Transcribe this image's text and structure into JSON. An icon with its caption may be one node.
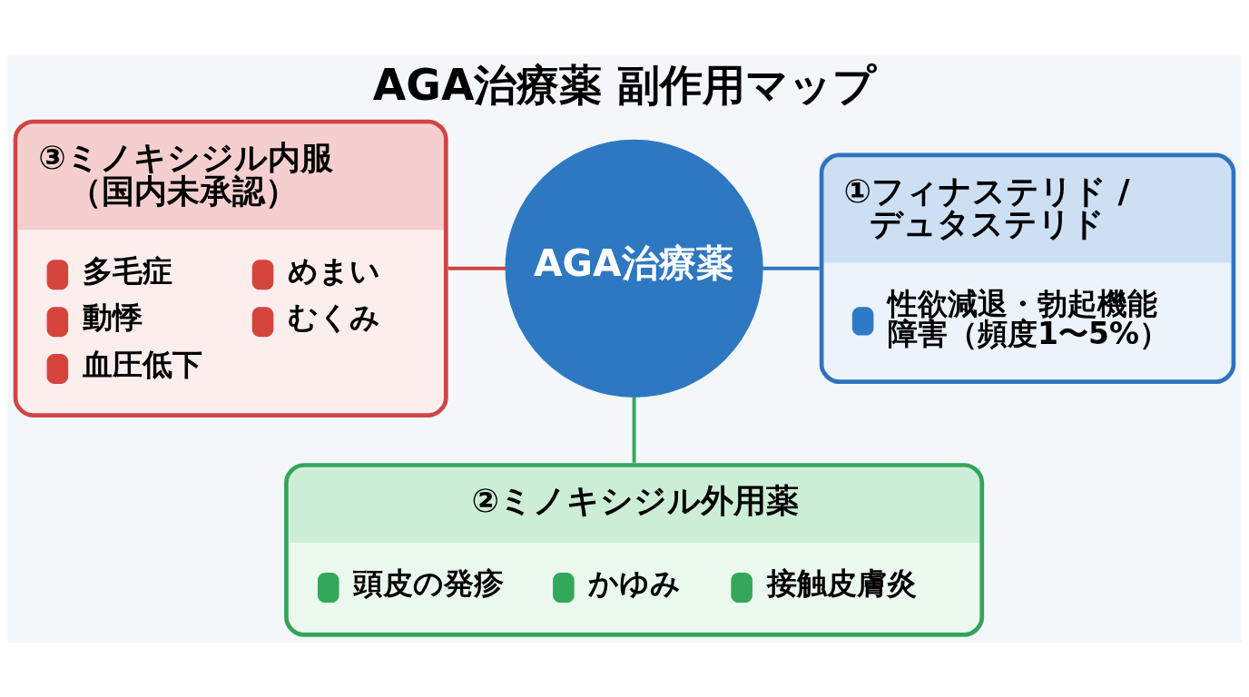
{
  "diagram": {
    "title": "AGA治療薬 副作用マップ",
    "nodes": [
      {
        "text": [
          "③ミノキシジル内服（国内未承認）",
          "多毛症",
          "めまい",
          "動悸",
          "むくみ",
          "血圧低下"
        ]
      },
      {
        "text": [
          "①フィナステリド / デュタステリド",
          "性欲減退・勃起機能障害（頻度1〜5%）"
        ]
      },
      {
        "text": [
          "AGA治療薬"
        ]
      },
      {
        "text": [
          "②ミノキシジル外用薬",
          "頭皮の発疹",
          "かゆみ",
          "接触皮膚炎"
        ]
      }
    ],
    "edges": [
      {
        "from": 0,
        "to": 2,
        "arrow": "none",
        "color": "#cf4545"
      },
      {
        "from": 2,
        "to": 1,
        "arrow": "none",
        "color": "#2f73bf"
      },
      {
        "from": 2,
        "to": 3,
        "arrow": "none",
        "color": "#36a35a"
      }
    ]
  }
}
